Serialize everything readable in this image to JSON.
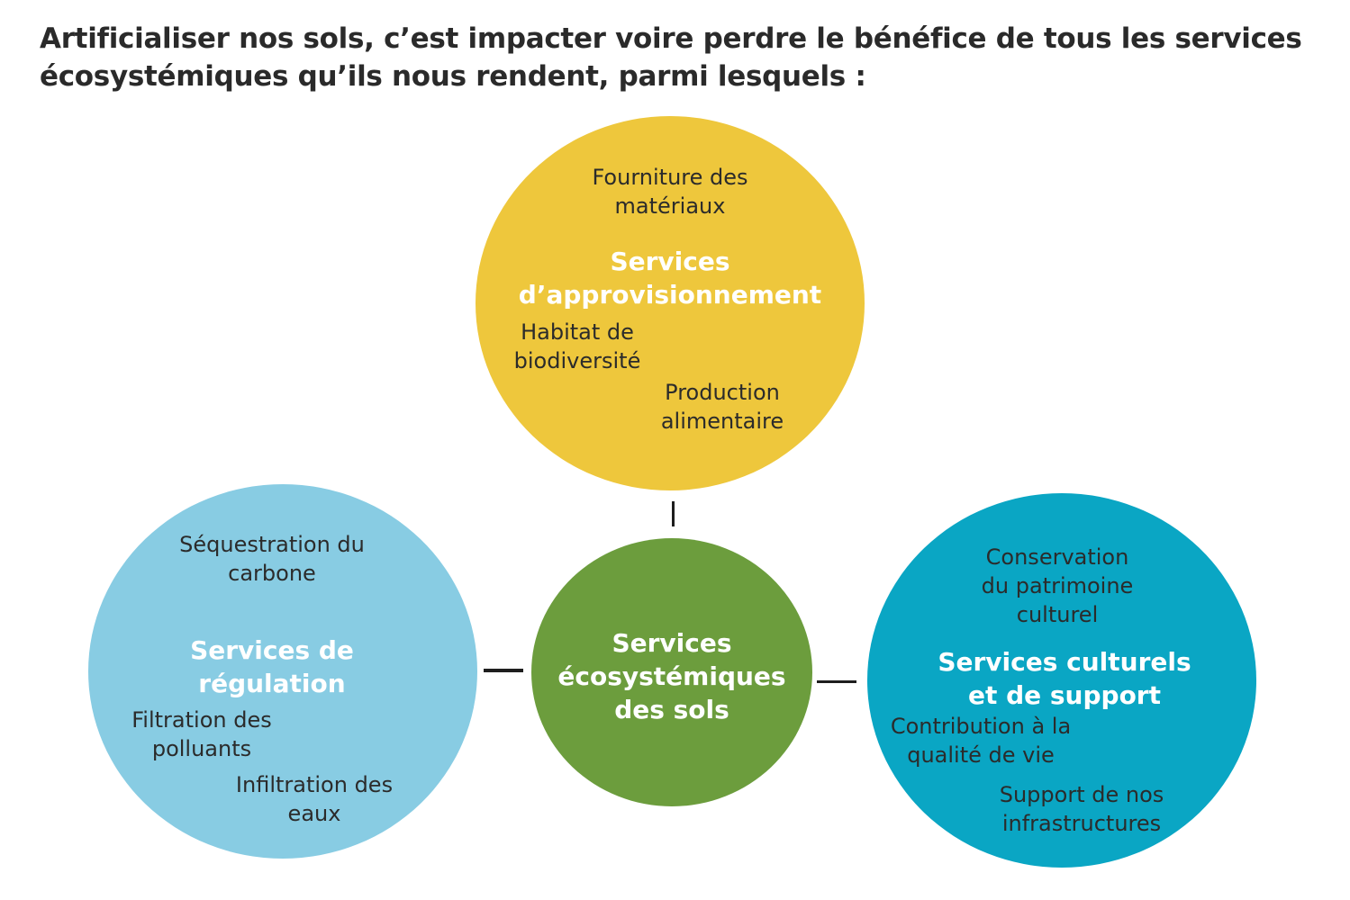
{
  "headline": {
    "line1": "Artificialiser nos sols, c’est impacter voire perdre le bénéfice de tous les services",
    "line2": "écosystémiques qu’ils nous rendent, parmi lesquels :"
  },
  "center": {
    "title": [
      "Services",
      "écosystémiques",
      "des sols"
    ]
  },
  "provisioning": {
    "title": [
      "Services",
      "d’approvisionnement"
    ],
    "items": [
      [
        "Fourniture des",
        "matériaux"
      ],
      [
        "Habitat de",
        "biodiversité"
      ],
      [
        "Production",
        "alimentaire"
      ]
    ]
  },
  "regulation": {
    "title": [
      "Services de",
      "régulation"
    ],
    "items": [
      [
        "Séquestration du",
        "carbone"
      ],
      [
        "Filtration des",
        "polluants"
      ],
      [
        "Infiltration des",
        "eaux"
      ]
    ]
  },
  "cultural": {
    "title": [
      "Services culturels",
      "et de support"
    ],
    "items": [
      [
        "Conservation",
        "du patrimoine",
        "culturel"
      ],
      [
        "Contribution à la",
        "qualité de vie"
      ],
      [
        "Support de nos",
        "infrastructures"
      ]
    ]
  },
  "colors": {
    "provisioning": "#eec73c",
    "regulation": "#88cce3",
    "center": "#6c9d3d",
    "cultural": "#0aa6c4"
  }
}
